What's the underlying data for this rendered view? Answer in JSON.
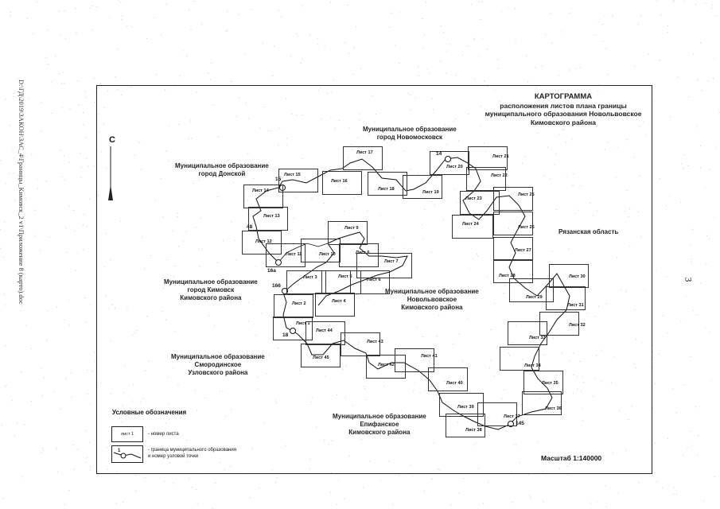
{
  "side_text": "D:\\ГД\\2019\\3АКОН\\ЗАС_4\\Границы_Кимовск_2 v1\\Приложение 8 (карто).doc",
  "page_number": "3",
  "title": {
    "line1": "КАРТОГРАММА",
    "line2": "расположения листов плана границы",
    "line3": "муниципального образования Новольвовское",
    "line4": "Кимовского района"
  },
  "north_label": "С",
  "labels": {
    "novomoskovsk_1": "Муниципальное образование",
    "novomoskovsk_2": "город Новомосковск",
    "donskoy_1": "Муниципальное образование",
    "donskoy_2": "город Донской",
    "ryazan": "Рязанская область",
    "kimovsk_1": "Муниципальное образование",
    "kimovsk_2": "город Кимовск",
    "kimovsk_3": "Кимовского района",
    "novolvovskoe_1": "Муниципальное образование",
    "novolvovskoe_2": "Новольвовское",
    "novolvovskoe_3": "Кимовского района",
    "smorodinskoe_1": "Муниципальное образование",
    "smorodinskoe_2": "Смородинское",
    "smorodinskoe_3": "Узловского района",
    "epifanskoe_1": "Муниципальное образование",
    "epifanskoe_2": "Епифанское",
    "epifanskoe_3": "Кимовского района"
  },
  "sheets": [
    {
      "label": "Лист 1"
    },
    {
      "label": "Лист 2"
    },
    {
      "label": "Лист 3"
    },
    {
      "label": "Лист 4"
    },
    {
      "label": "Лист 5"
    },
    {
      "label": "Лист 6"
    },
    {
      "label": "Лист 7"
    },
    {
      "label": "Лист 6"
    },
    {
      "label": "Лист 9"
    },
    {
      "label": "Лист 10"
    },
    {
      "label": "Лист 11"
    },
    {
      "label": "Лист 12"
    },
    {
      "label": "Лист 13"
    },
    {
      "label": "Лист 14"
    },
    {
      "label": "Лист 15"
    },
    {
      "label": "Лист 16"
    },
    {
      "label": "Лист 17"
    },
    {
      "label": "Лист 18"
    },
    {
      "label": "Лист 19"
    },
    {
      "label": "Лист 20"
    },
    {
      "label": "Лист 21"
    },
    {
      "label": "Лист 22"
    },
    {
      "label": "Лист 23"
    },
    {
      "label": "Лист 24"
    },
    {
      "label": "Лист 25"
    },
    {
      "label": "Лист 26"
    },
    {
      "label": "Лист 27"
    },
    {
      "label": "Лист 28"
    },
    {
      "label": "Лист 29"
    },
    {
      "label": "Лист 30"
    },
    {
      "label": "Лист 31"
    },
    {
      "label": "Лист 32"
    },
    {
      "label": "Лист 33"
    },
    {
      "label": "Лист 34"
    },
    {
      "label": "Лист 35"
    },
    {
      "label": "Лист 36"
    },
    {
      "label": "Лист 37"
    },
    {
      "label": "Лист 38"
    },
    {
      "label": "Лист 39"
    },
    {
      "label": "Лист 40"
    },
    {
      "label": "Лист 41"
    },
    {
      "label": "Лист 42"
    },
    {
      "label": "Лист 43"
    },
    {
      "label": "Лист 44"
    },
    {
      "label": "Лист 45"
    }
  ],
  "nodes": {
    "n14": "14",
    "n15": "15",
    "n48": "48",
    "n16a": "16а",
    "n166": "166",
    "n18": "18",
    "n145": "145"
  },
  "legend": {
    "title": "Условные обозначения",
    "sheet_sample": "лист 1",
    "sheet_desc": "- номер листа",
    "boundary_sample": "1",
    "boundary_desc_1": "- граница муниципального образования",
    "boundary_desc_2": "и номер узловой точки"
  },
  "scale": "Масштаб 1:140000",
  "colors": {
    "line": "#222222",
    "paper": "#ffffff"
  }
}
